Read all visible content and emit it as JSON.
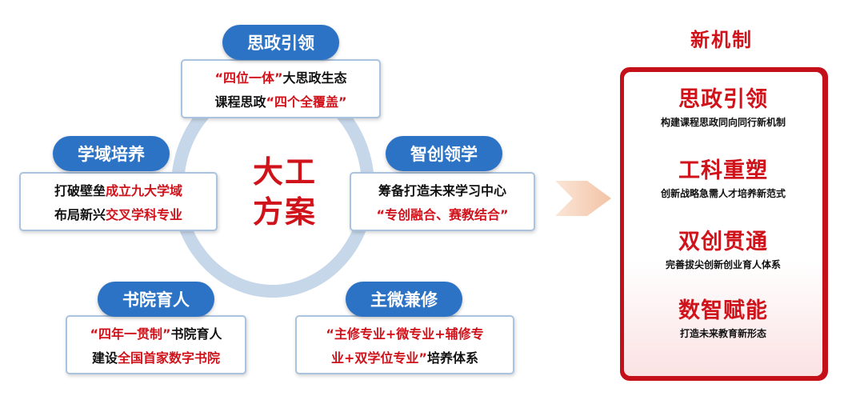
{
  "center": {
    "line1": "大工",
    "line2": "方案"
  },
  "nodes": {
    "top": {
      "pill": "思政引领",
      "line1": [
        {
          "text": "“四位一体”",
          "red": true
        },
        {
          "text": "大思政生态",
          "red": false
        }
      ],
      "line2": [
        {
          "text": "课程思政",
          "red": false
        },
        {
          "text": "“四个全覆盖”",
          "red": true
        }
      ]
    },
    "left": {
      "pill": "学域培养",
      "line1": [
        {
          "text": "打破壁垒",
          "red": false
        },
        {
          "text": "成立九大学域",
          "red": true
        }
      ],
      "line2": [
        {
          "text": "布局新兴",
          "red": false
        },
        {
          "text": "交叉学科专业",
          "red": true
        }
      ]
    },
    "right": {
      "pill": "智创领学",
      "line1": [
        {
          "text": "筹备打造未来学习中心",
          "red": false
        }
      ],
      "line2": [
        {
          "text": "“专创融合、赛教结合”",
          "red": true
        }
      ]
    },
    "bottom_left": {
      "pill": "书院育人",
      "line1": [
        {
          "text": "“四年一贯制”",
          "red": true
        },
        {
          "text": "书院育人",
          "red": false
        }
      ],
      "line2": [
        {
          "text": "建设",
          "red": false
        },
        {
          "text": "全国首家数字书院",
          "red": true
        }
      ]
    },
    "bottom_right": {
      "pill": "主微兼修",
      "line1": [
        {
          "text": "“主修专业+微专业+辅修专",
          "red": true
        }
      ],
      "line2": [
        {
          "text": "业+双学位专业”",
          "red": true
        },
        {
          "text": "培养体系",
          "red": false
        }
      ]
    }
  },
  "right_panel": {
    "title": "新机制",
    "items": [
      {
        "title": "思政引领",
        "subtitle": "构建课程思政同向同行新机制"
      },
      {
        "title": "工科重塑",
        "subtitle": "创新战略急需人才培养新范式"
      },
      {
        "title": "双创贯通",
        "subtitle": "完善拔尖创新创业育人体系"
      },
      {
        "title": "数智赋能",
        "subtitle": "打造未来教育新形态"
      }
    ]
  },
  "colors": {
    "accent_red": "#d0121b",
    "pill_blue": "#2c73c6",
    "ring": "#c6d7e9",
    "arrow": "#f6d3bd"
  }
}
